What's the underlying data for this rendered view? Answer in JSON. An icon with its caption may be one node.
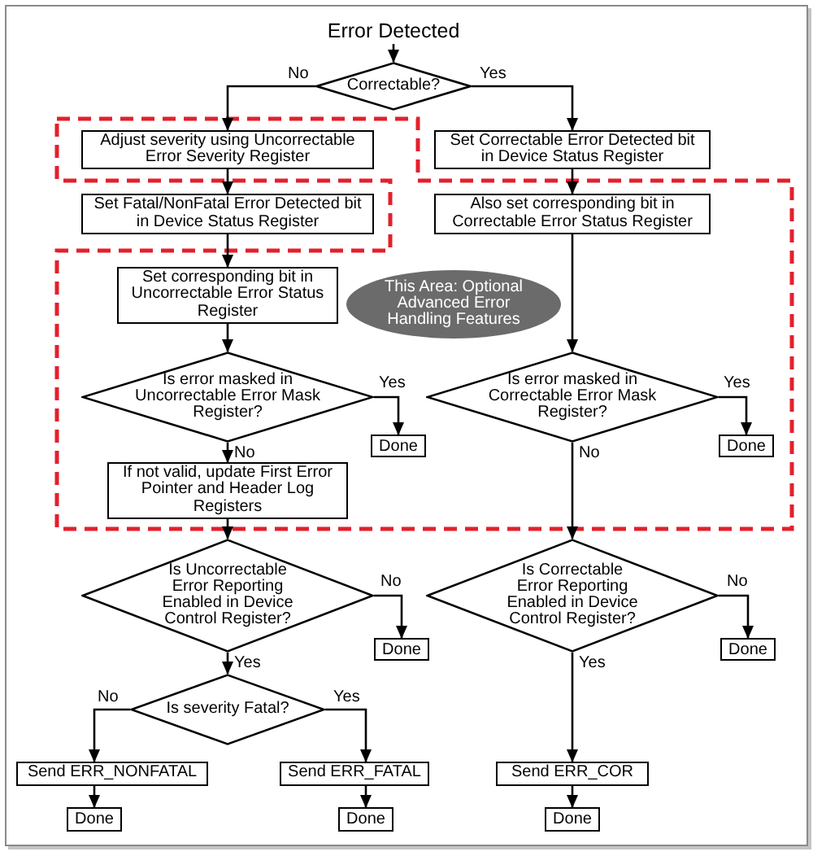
{
  "diagram": {
    "nodes": [
      {
        "text": [
          "Error Detected"
        ]
      },
      {
        "text": [
          "Correctable?"
        ]
      },
      {
        "text": [
          "Adjust severity using Uncorrectable Error Severity Register"
        ]
      },
      {
        "text": [
          "Set Fatal/NonFatal Error Detected bit in Device Status Register"
        ]
      },
      {
        "text": [
          "Set corresponding bit in Uncorrectable Error Status Register"
        ]
      },
      {
        "text": [
          "Is error masked in Uncorrectable Error Mask Register?"
        ]
      },
      {
        "text": [
          "Done"
        ]
      },
      {
        "text": [
          "If not valid, update First Error Pointer and Header Log Registers"
        ]
      },
      {
        "text": [
          "Set Correctable Error Detected bit in Device Status Register"
        ]
      },
      {
        "text": [
          "Also set corresponding bit in Correctable Error Status Register"
        ]
      },
      {
        "text": [
          "This Area: Optional Advanced Error Handling Features"
        ]
      },
      {
        "text": [
          "Is error masked in Correctable Error Mask Register?"
        ]
      },
      {
        "text": [
          "Done"
        ]
      },
      {
        "text": [
          "Is Uncorrectable Error Reporting Enabled in Device Control Register?"
        ]
      },
      {
        "text": [
          "Done"
        ]
      },
      {
        "text": [
          "Is severity Fatal?"
        ]
      },
      {
        "text": [
          "Send ERR_NONFATAL"
        ]
      },
      {
        "text": [
          "Send ERR_FATAL"
        ]
      },
      {
        "text": [
          "Done"
        ]
      },
      {
        "text": [
          "Done"
        ]
      },
      {
        "text": [
          "Is Correctable Error Reporting Enabled in Device Control Register?"
        ]
      },
      {
        "text": [
          "Done"
        ]
      },
      {
        "text": [
          "Send ERR_COR"
        ]
      },
      {
        "text": [
          "Done"
        ]
      }
    ],
    "edges": [
      {
        "from": 0,
        "to": 1,
        "arrow": "to"
      },
      {
        "from": 1,
        "to": 2,
        "label": "No",
        "arrow": "to"
      },
      {
        "from": 1,
        "to": 8,
        "label": "Yes",
        "arrow": "to"
      },
      {
        "from": 2,
        "to": 3,
        "arrow": "to"
      },
      {
        "from": 3,
        "to": 4,
        "arrow": "to"
      },
      {
        "from": 4,
        "to": 5,
        "arrow": "to"
      },
      {
        "from": 5,
        "to": 6,
        "label": "Yes",
        "arrow": "to"
      },
      {
        "from": 5,
        "to": 7,
        "label": "No",
        "arrow": "to"
      },
      {
        "from": 7,
        "to": 13,
        "arrow": "to"
      },
      {
        "from": 8,
        "to": 9,
        "arrow": "to"
      },
      {
        "from": 9,
        "to": 11,
        "arrow": "to"
      },
      {
        "from": 11,
        "to": 12,
        "label": "Yes",
        "arrow": "to"
      },
      {
        "from": 11,
        "to": 20,
        "label": "No",
        "arrow": "to"
      },
      {
        "from": 13,
        "to": 14,
        "label": "No",
        "arrow": "to"
      },
      {
        "from": 13,
        "to": 15,
        "label": "Yes",
        "arrow": "to"
      },
      {
        "from": 15,
        "to": 16,
        "label": "No",
        "arrow": "to"
      },
      {
        "from": 15,
        "to": 17,
        "label": "Yes",
        "arrow": "to"
      },
      {
        "from": 16,
        "to": 18,
        "arrow": "to"
      },
      {
        "from": 17,
        "to": 19,
        "arrow": "to"
      },
      {
        "from": 20,
        "to": 21,
        "label": "No",
        "arrow": "to"
      },
      {
        "from": 20,
        "to": 22,
        "label": "Yes",
        "arrow": "to"
      },
      {
        "from": 22,
        "to": 23,
        "arrow": "to"
      }
    ]
  }
}
